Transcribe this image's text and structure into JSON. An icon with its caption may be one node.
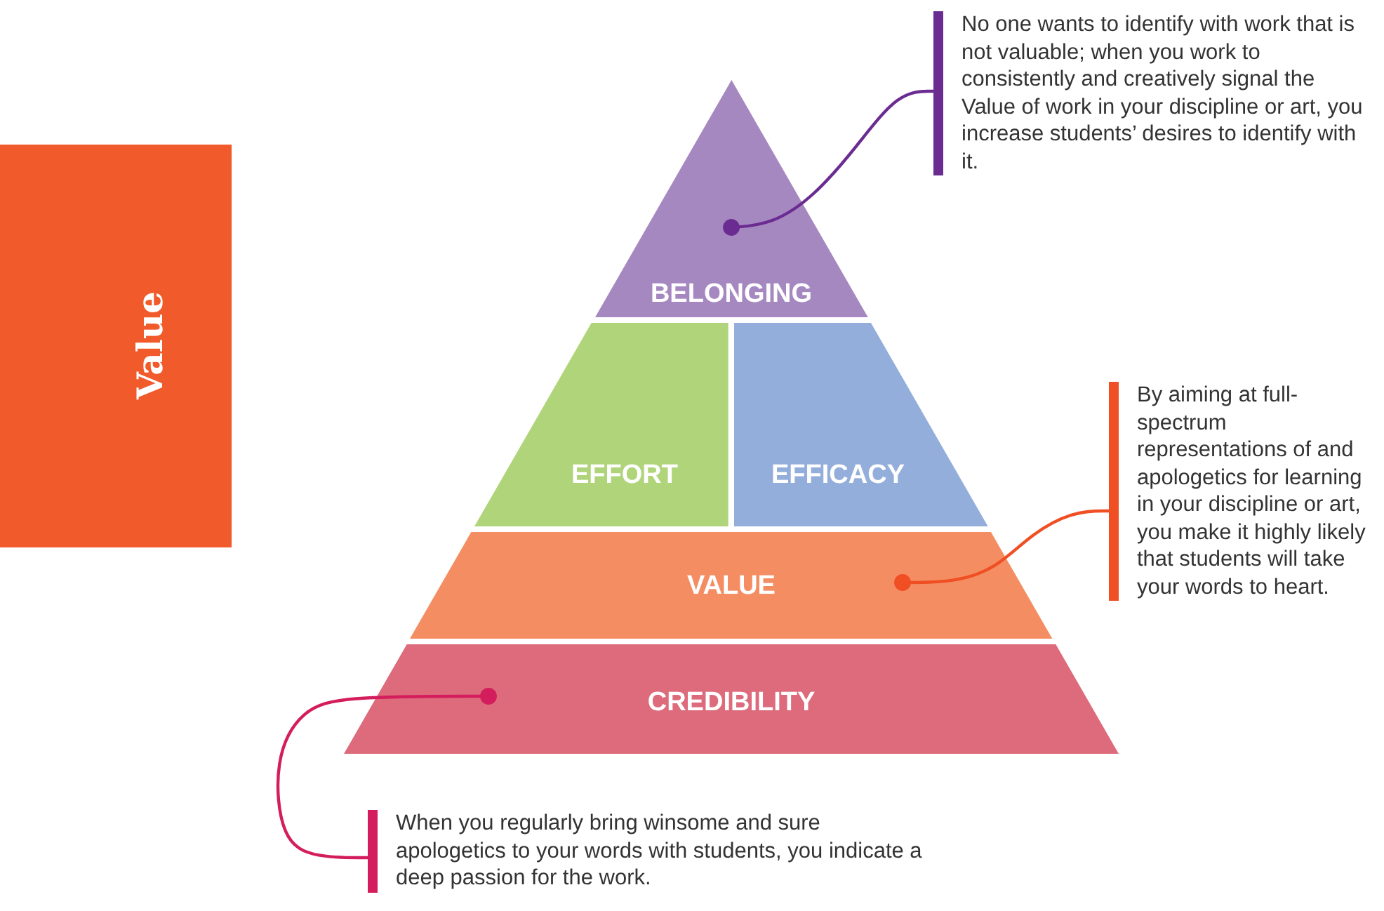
{
  "diagram": {
    "nodes": [
      {
        "text": [
          "Value"
        ]
      },
      {
        "text": [
          "BELONGING"
        ]
      },
      {
        "text": [
          "EFFORT"
        ]
      },
      {
        "text": [
          "EFFICACY"
        ]
      },
      {
        "text": [
          "VALUE"
        ]
      },
      {
        "text": [
          "CREDIBILITY"
        ]
      },
      {
        "text": [
          "No one wants to identify with work that is not valuable; when you work to consistently and creatively signal the Value of work in your discipline or art, you increase students’ desires to identify with it."
        ]
      },
      {
        "text": [
          "By aiming at full-spectrum representations of and apologetics for learning in your discipline or art, you make it highly likely that students will take your words to heart."
        ]
      },
      {
        "text": [
          "When you regularly bring winsome and sure apologetics to your words with students, you indicate a deep passion for the work."
        ]
      }
    ],
    "edges": [
      {
        "from": 6,
        "to": 1,
        "arrow": "other",
        "color": "#6b2c91"
      },
      {
        "from": 7,
        "to": 4,
        "arrow": "other",
        "color": "#f04e23"
      },
      {
        "from": 8,
        "to": 5,
        "arrow": "other",
        "color": "#d41d5c"
      }
    ]
  }
}
